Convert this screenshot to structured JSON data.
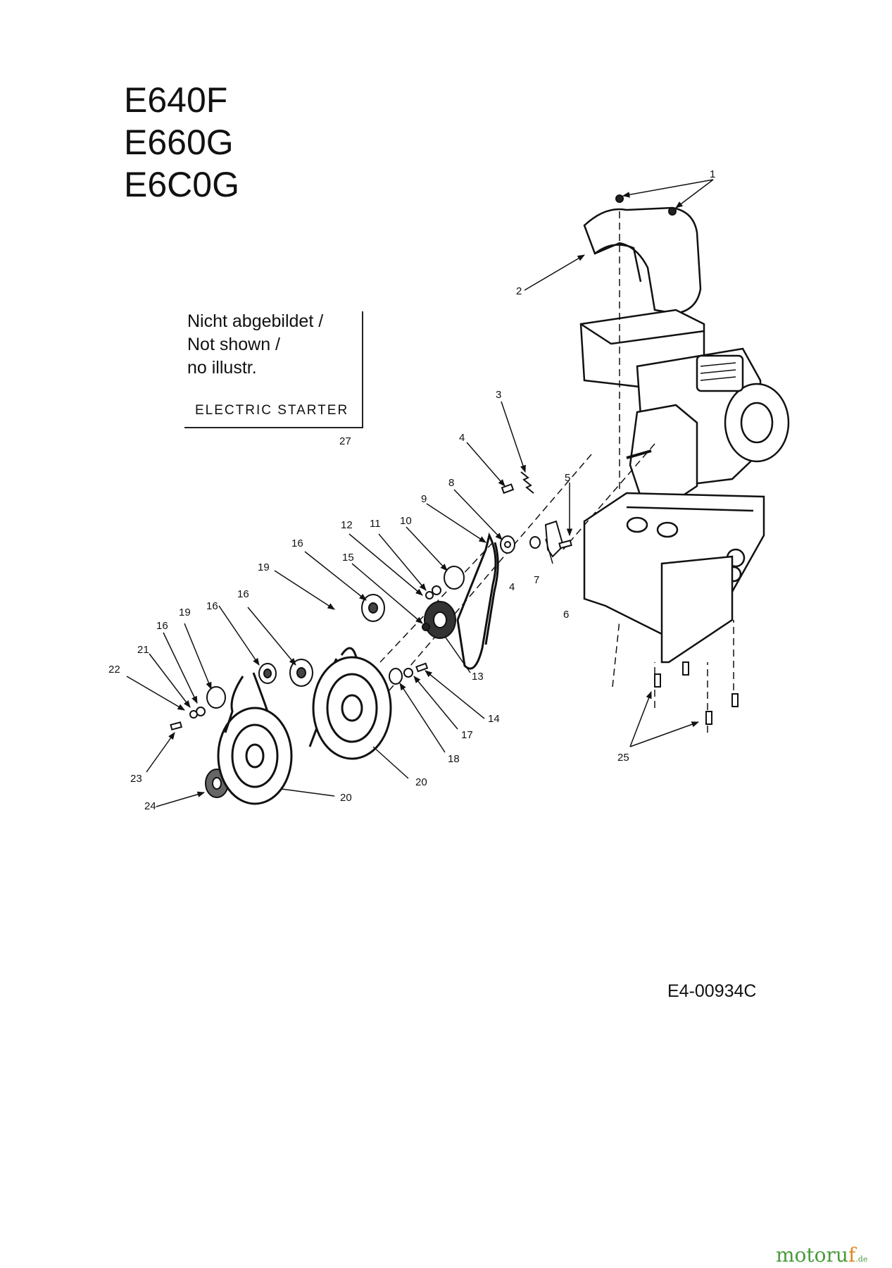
{
  "header": {
    "models": [
      "E640F",
      "E660G",
      "E6C0G"
    ]
  },
  "note": {
    "lines": [
      "Nicht abgebildet /",
      "Not shown /",
      "no illustr."
    ],
    "part": "ELECTRIC STARTER",
    "part_number": "27"
  },
  "callouts": {
    "c1": "1",
    "c2": "2",
    "c3": "3",
    "c4a": "4",
    "c4b": "4",
    "c5": "5",
    "c6": "6",
    "c7": "7",
    "c8": "8",
    "c9": "9",
    "c10": "10",
    "c11": "11",
    "c12": "12",
    "c13": "13",
    "c14": "14",
    "c15": "15",
    "c16a": "16",
    "c16b": "16",
    "c16c": "16",
    "c16d": "16",
    "c17": "17",
    "c18": "18",
    "c19a": "19",
    "c19b": "19",
    "c20a": "20",
    "c20b": "20",
    "c21": "21",
    "c22": "22",
    "c23": "23",
    "c24": "24",
    "c25": "25"
  },
  "footer": {
    "drawing_code": "E4-00934C",
    "brand_main": "motoru",
    "brand_f": "f",
    "brand_suffix": ".de"
  }
}
